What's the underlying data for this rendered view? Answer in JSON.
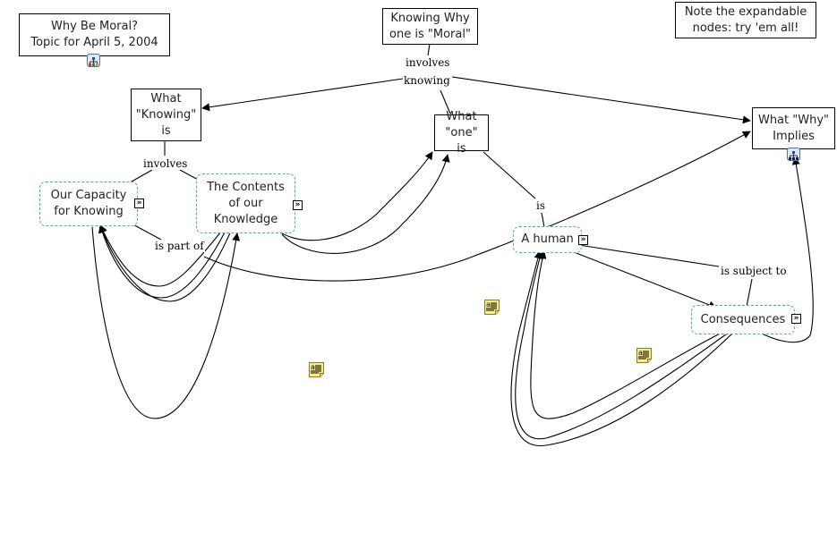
{
  "concept_map": {
    "title_node": {
      "label": "Why Be Moral?\nTopic for April 5, 2004",
      "icon": "concept-map-link-icon"
    },
    "note_node": {
      "label": "Note the expandable\nnodes:  try 'em all!"
    },
    "nodes": {
      "knowing_why": {
        "label": "Knowing Why\none is \"Moral\""
      },
      "what_knowing": {
        "label": "What\n\"Knowing\"\nis"
      },
      "what_one": {
        "label": "What\n\"one\" is"
      },
      "what_why": {
        "label": "What \"Why\"\nImplies",
        "icon": "concept-map-link-icon"
      },
      "capacity": {
        "label": "Our Capacity\nfor Knowing",
        "expandable": true
      },
      "contents": {
        "label": "The Contents\nof our\nKnowledge",
        "expandable": true
      },
      "human": {
        "label": "A human",
        "expandable": true
      },
      "consequences": {
        "label": "Consequences",
        "expandable": true
      }
    },
    "link_labels": {
      "involves_knowing_1": "involves",
      "involves_knowing_2": "knowing",
      "involves": "involves",
      "is_part_of": "is part of",
      "is": "is",
      "is_subject_to": "is subject to"
    },
    "expand_glyph": "»",
    "annotations": [
      {
        "icon": "note-icon"
      },
      {
        "icon": "note-icon"
      },
      {
        "icon": "note-icon"
      }
    ],
    "colors": {
      "dashed_border": "#3ab0cc",
      "note_fill": "#f7ee8a",
      "link": "#000000"
    }
  }
}
